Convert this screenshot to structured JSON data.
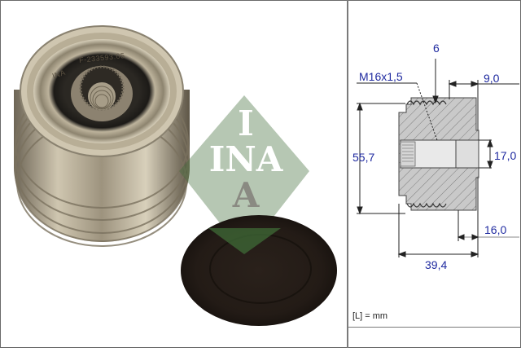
{
  "brand": {
    "logo_letters": [
      "I",
      "INA",
      "A"
    ],
    "logo_color": "#3f6b37",
    "logo_letter_color": "#ffffff"
  },
  "product": {
    "type": "alternator-freewheel-pulley",
    "engraving_brand": "INA",
    "engraving_part_number": "F-233593.05",
    "accessory": "protective-cap"
  },
  "drawing": {
    "thread_label": "M16x1,5",
    "ribs_label": "6",
    "dim_top_right": "9,0",
    "dim_outer_diameter": "55,7",
    "dim_bore": "17,0",
    "dim_hub_length": "16,0",
    "dim_total_length": "39,4",
    "dimension_color": "#1f2aa0"
  },
  "footer": {
    "unit_note": "[L] = mm"
  }
}
